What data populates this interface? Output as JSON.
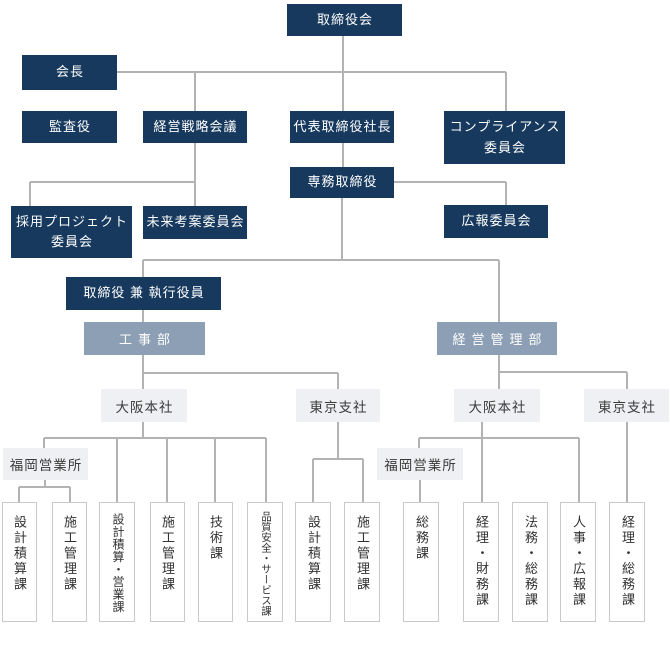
{
  "chart": {
    "kind": "organization-chart",
    "language": "ja"
  },
  "colors": {
    "executive_box": "#17395e",
    "division_box": "#8c9fb5",
    "office_box": "#eef0f3",
    "section_box": "#ffffff",
    "section_border": "#c9c9c9",
    "connector_line": "#b3b3b3",
    "text_on_dark": "#ffffff",
    "text_on_light": "#333333",
    "background": "#ffffff"
  },
  "nodes": {
    "board": "取締役会",
    "chairman": "会長",
    "auditor": "監査役",
    "strategy_council": "経営戦略会議",
    "president": "代表取締役社長",
    "compliance_committee": "コンプライアンス\n委員会",
    "senior_managing_director": "専務取締役",
    "pr_committee": "広報委員会",
    "recruitment_project_committee": "採用プロジェクト\n委員会",
    "future_planning_committee": "未来考案委員会",
    "director_executive_officer": "取締役 兼 執行役員",
    "construction_dept": "工事部",
    "management_admin_dept": "経営管理部"
  },
  "offices": {
    "construction_osaka_hq": "大阪本社",
    "construction_tokyo_branch": "東京支社",
    "construction_fukuoka_office": "福岡営業所",
    "management_osaka_hq": "大阪本社",
    "management_tokyo_branch": "東京支社",
    "management_fukuoka_office": "福岡営業所"
  },
  "sections": {
    "fukuoka_c_design_estimation": "設計積算課",
    "fukuoka_c_construction_mgmt": "施工管理課",
    "osaka_c_design_estimation_sales": "設計積算・営業課",
    "osaka_c_construction_mgmt": "施工管理課",
    "osaka_c_technical": "技術課",
    "osaka_c_quality_safety_service": "品質安全・サービス課",
    "tokyo_c_design_estimation": "設計積算課",
    "tokyo_c_construction_mgmt": "施工管理課",
    "fukuoka_m_general_affairs": "総務課",
    "osaka_m_accounting_finance": "経理・財務課",
    "osaka_m_legal_general": "法務・総務課",
    "osaka_m_hr_pr": "人事・広報課",
    "tokyo_m_accounting_general": "経理・総務課"
  }
}
